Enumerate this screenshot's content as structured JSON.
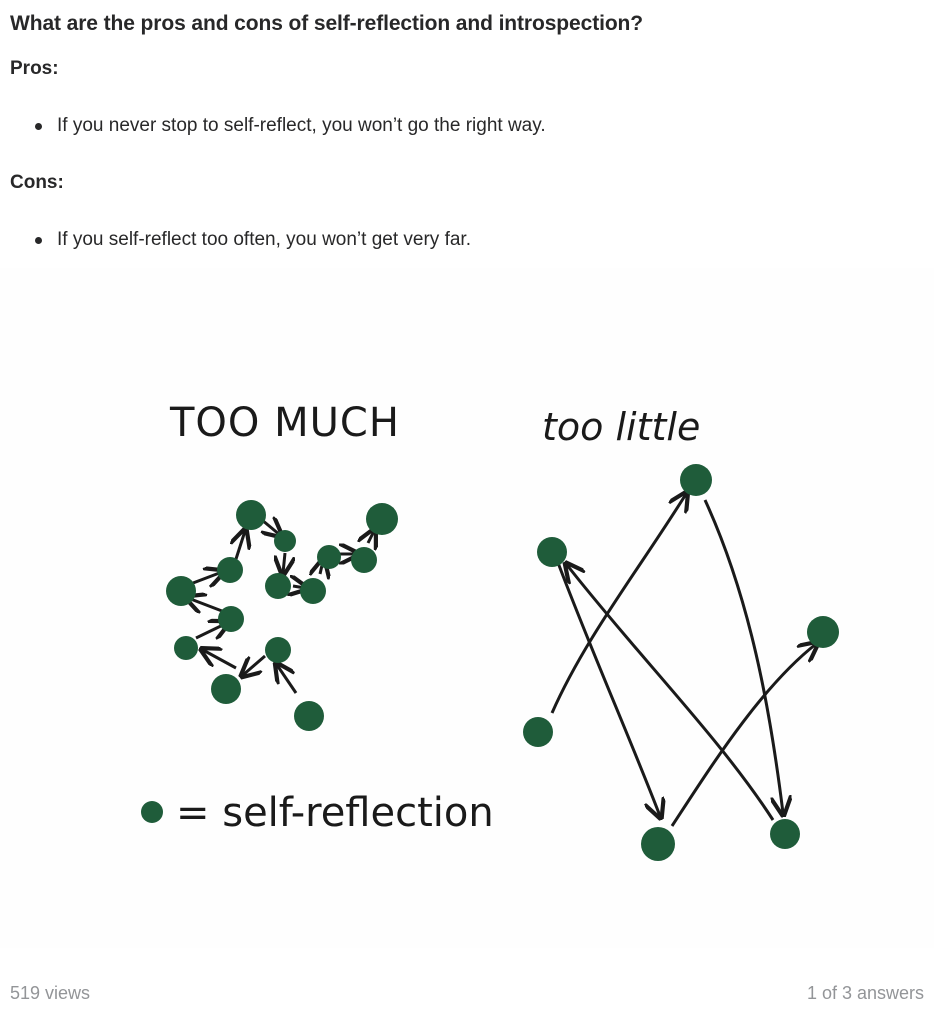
{
  "question": {
    "title": "What are the pros and cons of self-reflection and introspection?"
  },
  "answer": {
    "pros_label": "Pros:",
    "pros": [
      "If you never stop to self-reflect, you won’t go the right way."
    ],
    "cons_label": "Cons:",
    "cons": [
      "If you self-reflect too often, you won’t get very far."
    ]
  },
  "illustration": {
    "left_heading": "TOO MUCH",
    "right_heading": "too little",
    "legend_text": "= self-reflection",
    "dot_color": "#1f5c3a",
    "ink_color": "#1a1a1a"
  },
  "footer": {
    "views": "519 views",
    "answer_position": "1 of 3 answers"
  },
  "colors": {
    "text": "#282829",
    "muted": "#939598",
    "background": "#ffffff"
  }
}
